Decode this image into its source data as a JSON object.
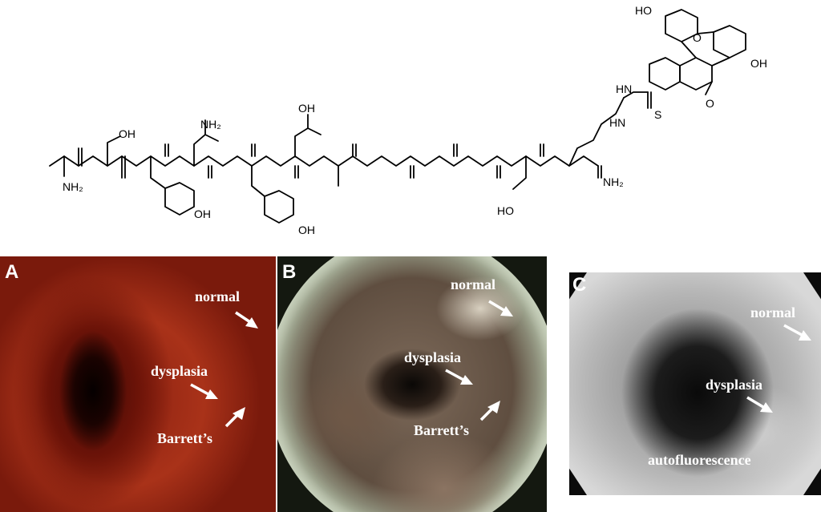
{
  "chemical_structure": {
    "atoms": {
      "nh2": "NH₂",
      "oh": "OH",
      "ho": "HO",
      "h": "H",
      "n": "N",
      "o": "O",
      "s": "S",
      "hn": "HN"
    }
  },
  "panels": [
    {
      "letter": "A",
      "annotations": {
        "normal": "normal",
        "dysplasia": "dysplasia",
        "barretts": "Barrett’s"
      }
    },
    {
      "letter": "B",
      "annotations": {
        "normal": "normal",
        "dysplasia": "dysplasia",
        "barretts": "Barrett’s"
      }
    },
    {
      "letter": "C",
      "annotations": {
        "normal": "normal",
        "dysplasia": "dysplasia",
        "autofluorescence": "autofluorescence"
      }
    }
  ]
}
